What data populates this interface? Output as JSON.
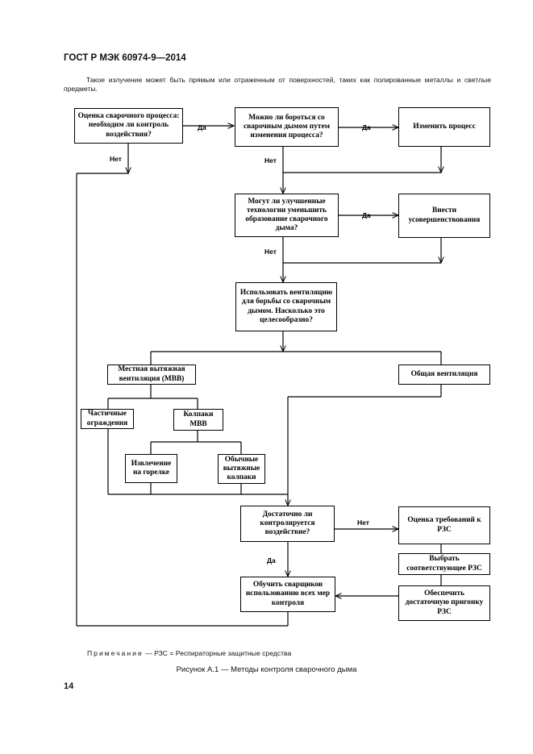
{
  "header": {
    "standard": "ГОСТ Р МЭК 60974-9—2014"
  },
  "intro": {
    "text": "Такое излучение может быть прямым или отраженным от поверхностей, таких как полированные металлы и светлые предметы."
  },
  "flowchart": {
    "assess": "Оценка сварочного процесса: необходим ли контроль воздействия?",
    "fight_change": "Можно ли бороться со сварочным дымом путем изменения процесса?",
    "change_process": "Изменить процесс",
    "improved_tech": "Могут ли улучшенные технологии уменьшить образование сварочного дыма?",
    "introduce_improvements": "Внести усовершенствования",
    "ventilation": "Использовать вентиляцию для борьбы со сварочным дымом. Насколько это целесообразно?",
    "local_exhaust": "Местная вытяжная вентиляция (МВВ)",
    "general_vent": "Общая вентиляция",
    "partial_enclosures": "Частичные ограждения",
    "lev_hoods": "Колпаки МВВ",
    "torch_extraction": "Извлечение на горелке",
    "ordinary_hoods": "Обычные вытяжные колпаки",
    "adequate_control": "Достаточно ли контролируется воздействие?",
    "assess_rpe": "Оценка требований к РЗС",
    "select_rpe": "Выбрать соответствующее РЗС",
    "ensure_fit": "Обеспечить достаточную пригонку РЗС",
    "train_welders": "Обучить сварщиков использованию всех мер контроля",
    "labels": {
      "yes1": "Да",
      "yes2": "Да",
      "yes3": "Да",
      "yes4": "Да",
      "no1": "Нет",
      "no2": "Нет",
      "no3": "Нет",
      "no4": "Нет"
    }
  },
  "note": {
    "prefix": "Примечание",
    "text": " — РЗС = Респираторные защитные средства"
  },
  "caption": "Рисунок А.1 — Методы контроля сварочного дыма",
  "page_number": "14"
}
